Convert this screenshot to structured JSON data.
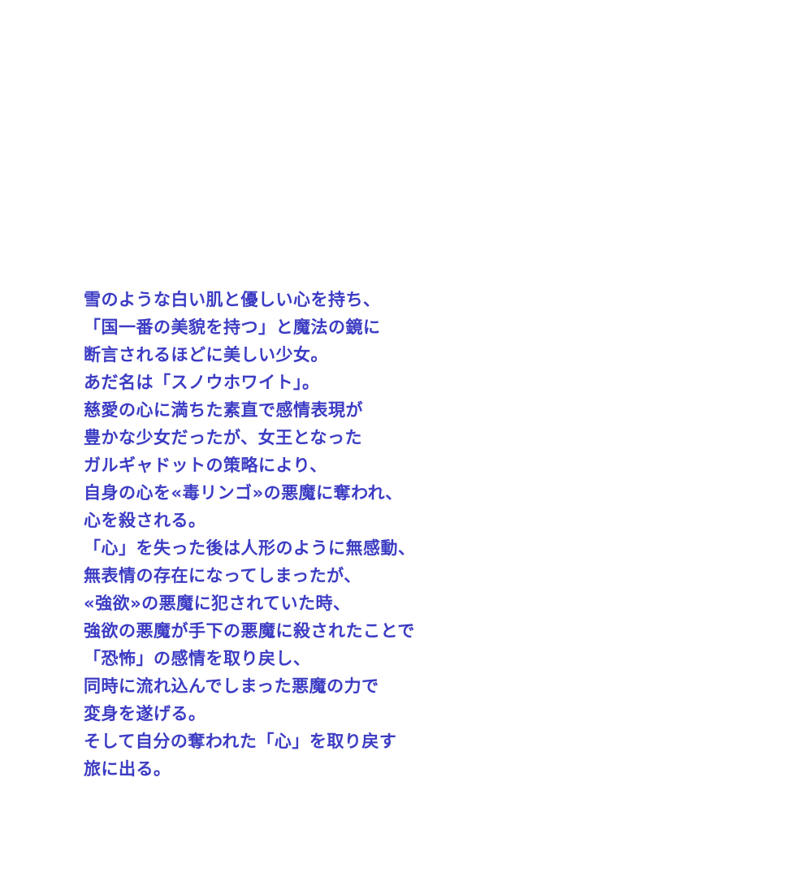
{
  "description": {
    "lines": [
      "雪のような白い肌と優しい心を持ち、",
      "「国一番の美貌を持つ」と魔法の鏡に",
      "断言されるほどに美しい少女。",
      "あだ名は「スノウホワイト」。",
      "慈愛の心に満ちた素直で感情表現が",
      "豊かな少女だったが、女王となった",
      "ガルギャドットの策略により、",
      "自身の心を«毒リンゴ»の悪魔に奪われ、",
      "心を殺される。",
      "「心」を失った後は人形のように無感動、",
      "無表情の存在になってしまったが、",
      "«強欲»の悪魔に犯されていた時、",
      "強欲の悪魔が手下の悪魔に殺されたことで",
      "「恐怖」の感情を取り戻し、",
      "同時に流れ込んでしまった悪魔の力で",
      "変身を遂げる。",
      "そして自分の奪われた「心」を取り戻す",
      "旅に出る。"
    ]
  },
  "colors": {
    "text": "#3c3cc4",
    "background": "#ffffff"
  }
}
